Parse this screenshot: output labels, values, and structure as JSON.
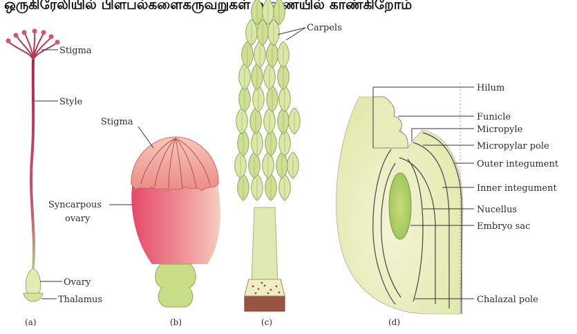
{
  "header": {
    "text": "ஒருகிரேலியில் பிளபல்களைகருவறுகள் வுணையில் காண்கிறோம்"
  },
  "colors": {
    "pink": "#e56a7a",
    "green": "#d9e6a6",
    "darkgreen": "#9fb860",
    "brown": "#8d4a3a"
  },
  "labels": {
    "a_stigma": "Stigma",
    "a_style": "Style",
    "a_ovary": "Ovary",
    "a_thalamus": "Thalamus",
    "b_stigma": "Stigma",
    "b_syncarpous_1": "Syncarpous",
    "b_syncarpous_2": "ovary",
    "c_carpels": "Carpels",
    "d_hilum": "Hilum",
    "d_funicle": "Funicle",
    "d_micropyle": "Micropyle",
    "d_micropylar_pole": "Micropylar pole",
    "d_outer_integument": "Outer integument",
    "d_inner_integument": "Inner integument",
    "d_nucellus": "Nucellus",
    "d_embryo_sac": "Embryo sac",
    "d_chalazal_pole": "Chalazal pole"
  },
  "captions": {
    "a": "(a)",
    "b": "(b)",
    "c": "(c)",
    "d": "(d)"
  }
}
